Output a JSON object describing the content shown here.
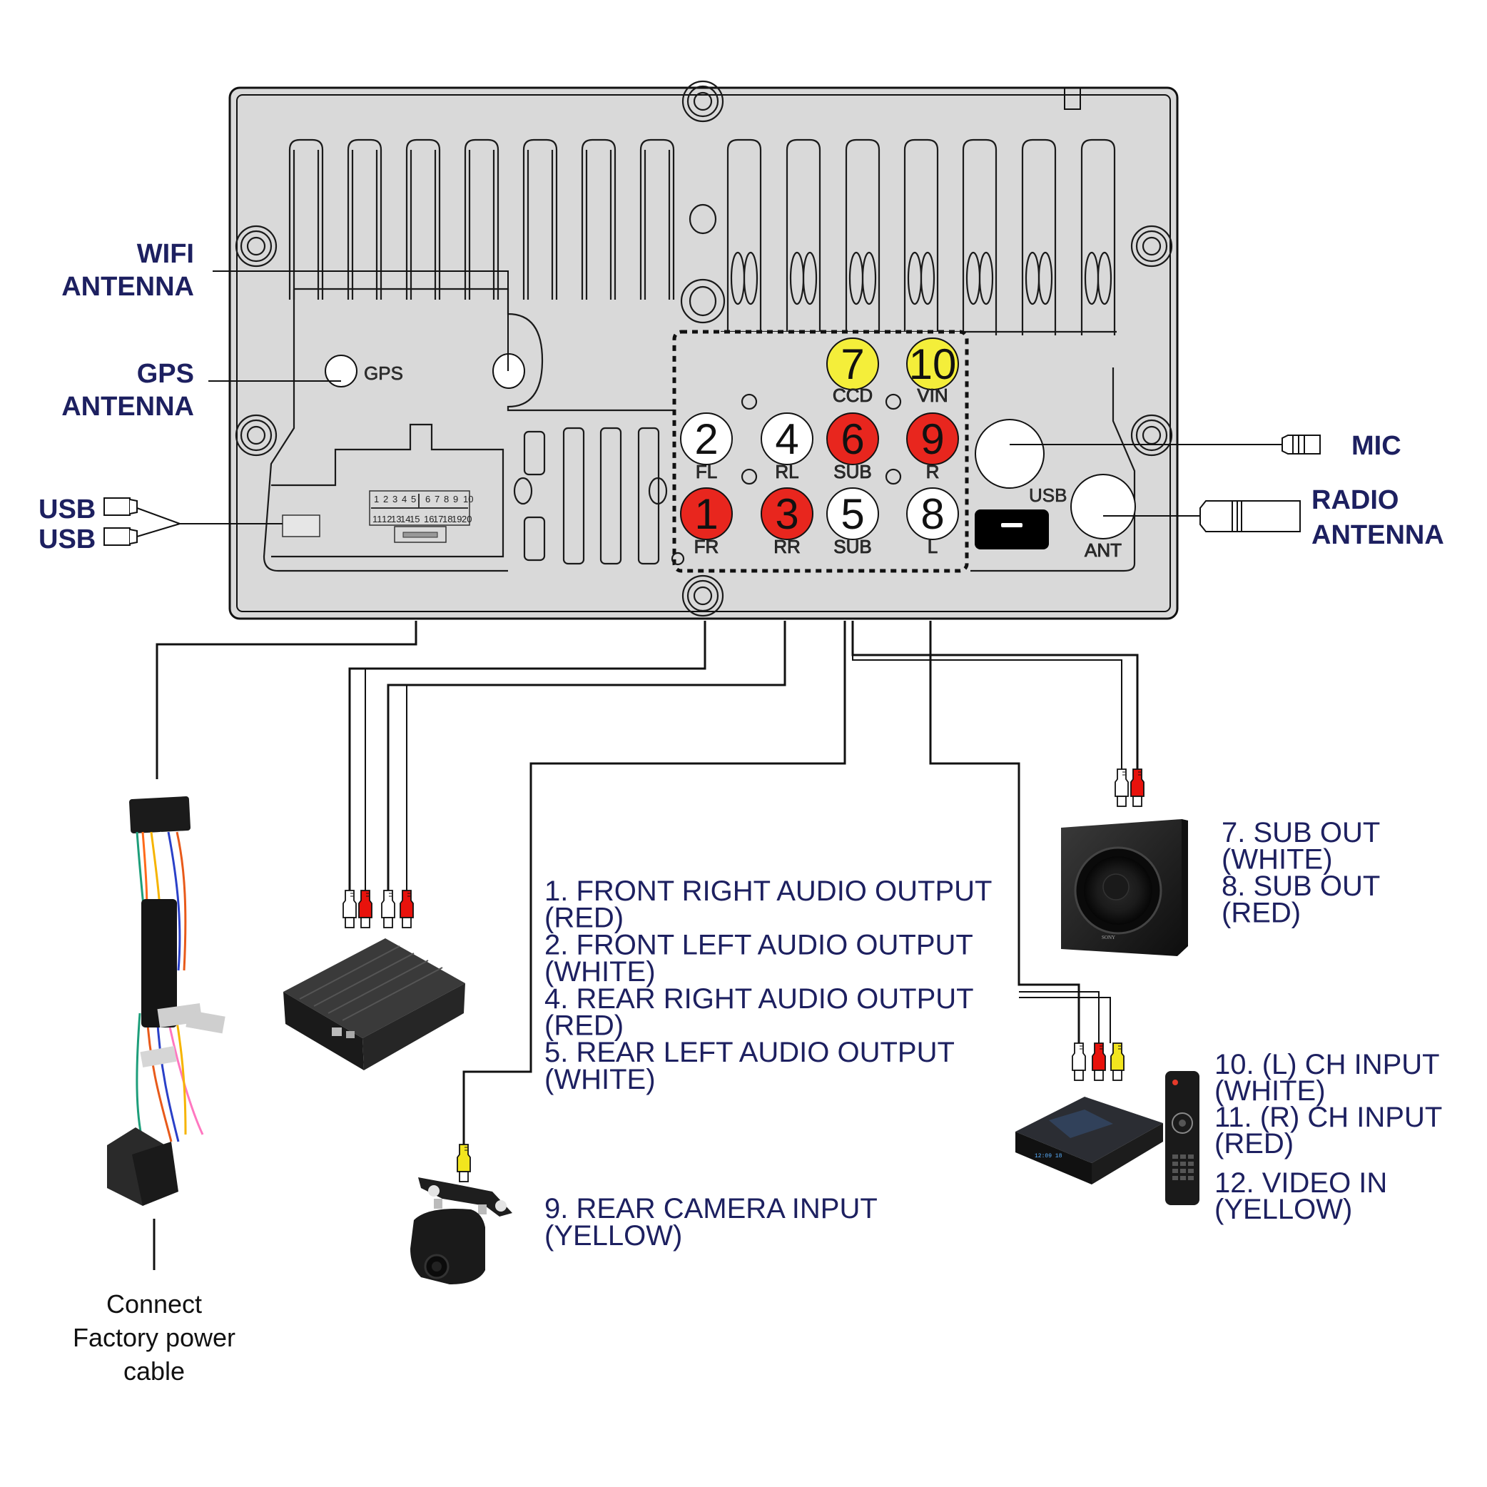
{
  "title": "Car stereo rear panel wiring diagram",
  "colors": {
    "label_navy": "#1d2060",
    "panel_gray": "#d9d9d9",
    "rca_red": "#e8261e",
    "rca_yellow": "#f4ee3a",
    "rca_white": "#ffffff"
  },
  "left_labels": {
    "wifi": [
      "WIFI",
      "ANTENNA"
    ],
    "gps": [
      "GPS",
      "ANTENNA"
    ],
    "usb1": "USB",
    "usb2": "USB"
  },
  "right_labels": {
    "mic": "MIC",
    "radio": [
      "RADIO",
      "ANTENNA"
    ]
  },
  "panel_text": {
    "gps": "GPS",
    "usb": "USB",
    "ant": "ANT",
    "pins_top": [
      "1",
      "2",
      "3",
      "4",
      "5",
      "6",
      "7",
      "8",
      "9",
      "10"
    ],
    "pins_bottom": [
      "11",
      "12",
      "13",
      "14",
      "15",
      "16",
      "17",
      "18",
      "19",
      "20"
    ]
  },
  "ports": [
    {
      "num": "7",
      "caption": "CCD",
      "color": "yellow"
    },
    {
      "num": "10",
      "caption": "VIN",
      "color": "yellow"
    },
    {
      "num": "2",
      "caption": "FL",
      "color": "white"
    },
    {
      "num": "4",
      "caption": "RL",
      "color": "white"
    },
    {
      "num": "6",
      "caption": "SUB",
      "color": "red"
    },
    {
      "num": "9",
      "caption": "R",
      "color": "red"
    },
    {
      "num": "1",
      "caption": "FR",
      "color": "red"
    },
    {
      "num": "3",
      "caption": "RR",
      "color": "red"
    },
    {
      "num": "5",
      "caption": "SUB",
      "color": "white"
    },
    {
      "num": "8",
      "caption": "L",
      "color": "white"
    }
  ],
  "notes": {
    "audio_outputs": [
      "1. FRONT RIGHT AUDIO OUTPUT",
      "(RED)",
      "2. FRONT LEFT AUDIO OUTPUT",
      "(WHITE)",
      "4. REAR RIGHT AUDIO OUTPUT",
      "(RED)",
      "5. REAR LEFT AUDIO OUTPUT",
      "(WHITE)"
    ],
    "sub_out": [
      "7. SUB OUT",
      "(WHITE)",
      "8. SUB OUT",
      "(RED)"
    ],
    "av_in": [
      "10. (L) CH INPUT",
      "(WHITE)",
      "11. (R) CH INPUT",
      "(RED)",
      "12. VIDEO IN",
      "(YELLOW)"
    ],
    "camera": [
      "9. REAR CAMERA INPUT",
      "(YELLOW)"
    ],
    "power": [
      "Connect",
      "Factory power",
      "cable"
    ]
  },
  "devices": {
    "harness": "wiring-harness",
    "amplifier": "amplifier",
    "subwoofer": "subwoofer",
    "subwoofer_brand": "SONY",
    "camera": "rear-camera",
    "tv_box": "android-tv-box",
    "remote": "remote-control"
  }
}
